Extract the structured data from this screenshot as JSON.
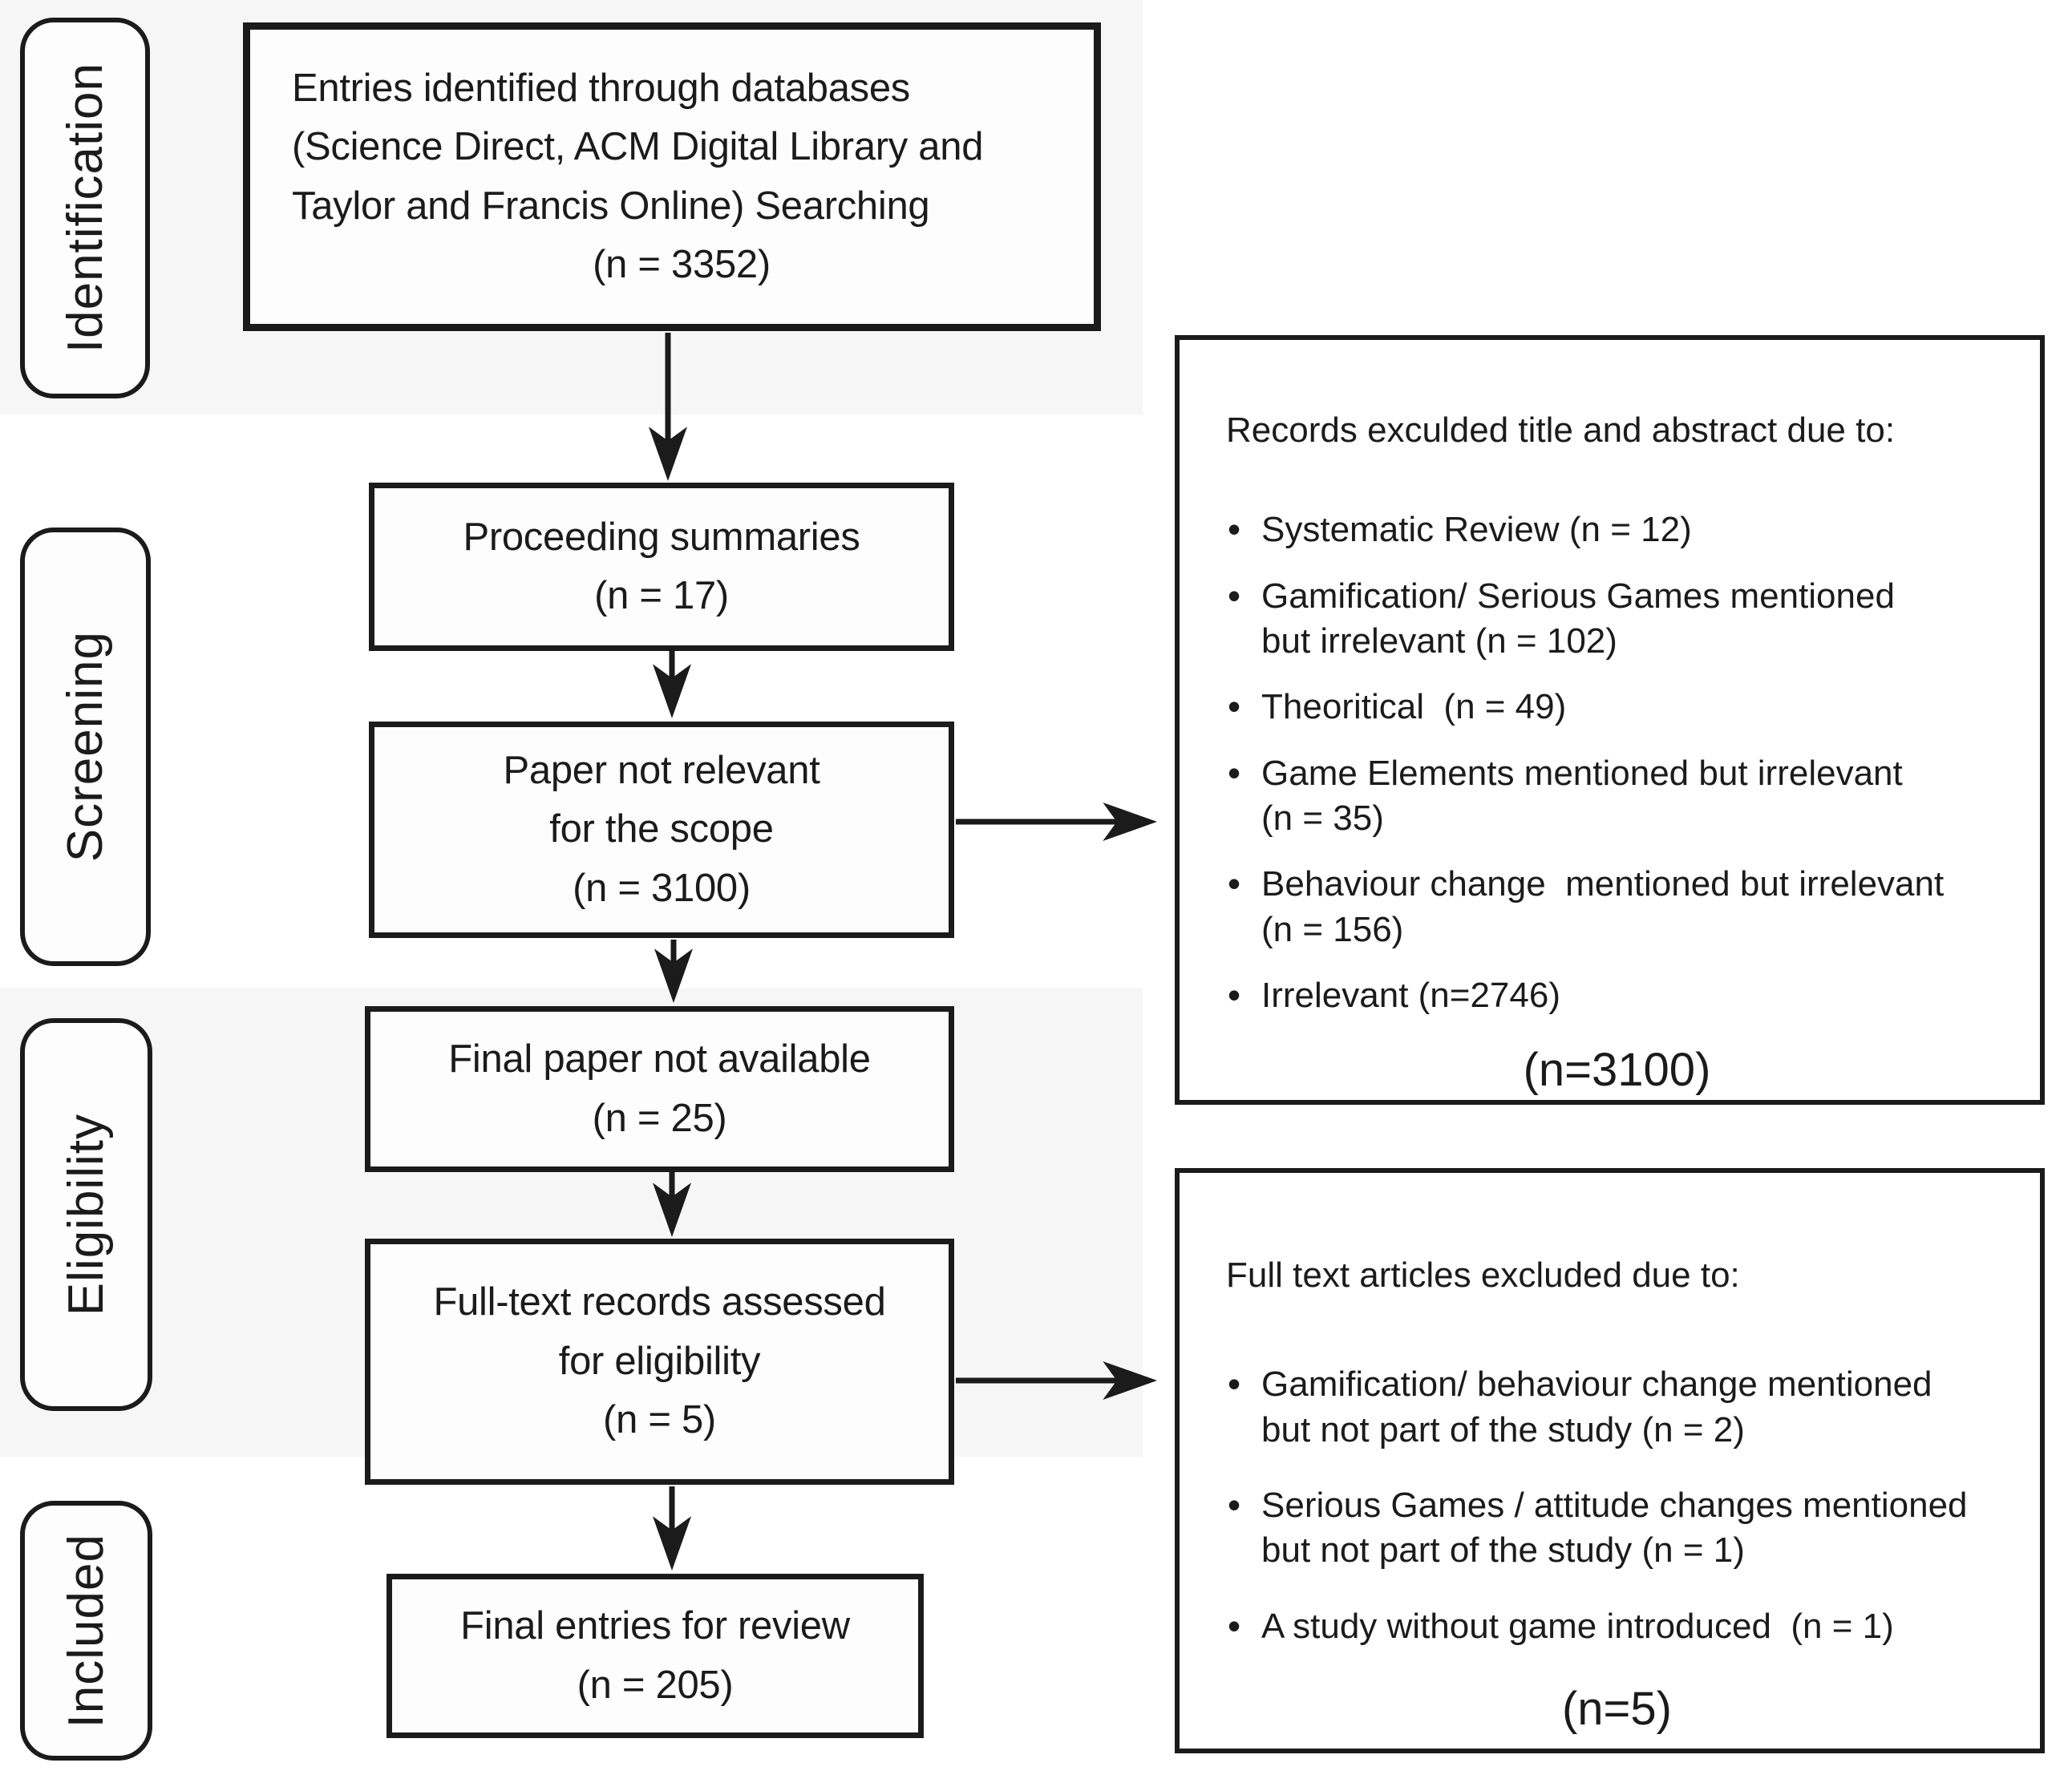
{
  "palette": {
    "band_gray": "#f6f6f6",
    "line_black": "#1b1b1b",
    "box_white": "#fdfdfd"
  },
  "stages": [
    {
      "label": "Identification"
    },
    {
      "label": "Screening"
    },
    {
      "label": "Eligibility"
    },
    {
      "label": "Included"
    }
  ],
  "flow": [
    {
      "lines": [
        "Entries identified through databases",
        "(Science Direct, ACM Digital Library and",
        "Taylor and Francis Online) Searching",
        "(n = 3352)"
      ]
    },
    {
      "lines": [
        "Proceeding summaries",
        "(n = 17)"
      ]
    },
    {
      "lines": [
        "Paper not relevant",
        "for the scope",
        "(n = 3100)"
      ]
    },
    {
      "lines": [
        "Final paper not available",
        "(n = 25)"
      ]
    },
    {
      "lines": [
        "Full-text records assessed",
        "for eligibility",
        "(n = 5)"
      ]
    },
    {
      "lines": [
        "Final entries for review",
        "(n = 205)"
      ]
    }
  ],
  "exclusions": [
    {
      "title": "Records exculded title and abstract due to:",
      "bullets": [
        [
          "Systematic Review (n = 12)"
        ],
        [
          "Gamification/ Serious Games mentioned",
          "but irrelevant (n = 102)"
        ],
        [
          "Theoritical  (n = 49)"
        ],
        [
          "Game Elements mentioned but irrelevant",
          "(n = 35)"
        ],
        [
          "Behaviour change  mentioned but irrelevant",
          "(n = 156)"
        ],
        [
          "Irrelevant (n=2746)"
        ]
      ],
      "total": "(n=3100)"
    },
    {
      "title": "Full text articles excluded due to:",
      "bullets": [
        [
          "Gamification/ behaviour change mentioned",
          "but not part of the study (n = 2)"
        ],
        [
          "Serious Games / attitude changes mentioned",
          "but not part of the study (n = 1)"
        ],
        [
          "A study without game introduced  (n = 1)"
        ]
      ],
      "total": "(n=5)"
    }
  ]
}
